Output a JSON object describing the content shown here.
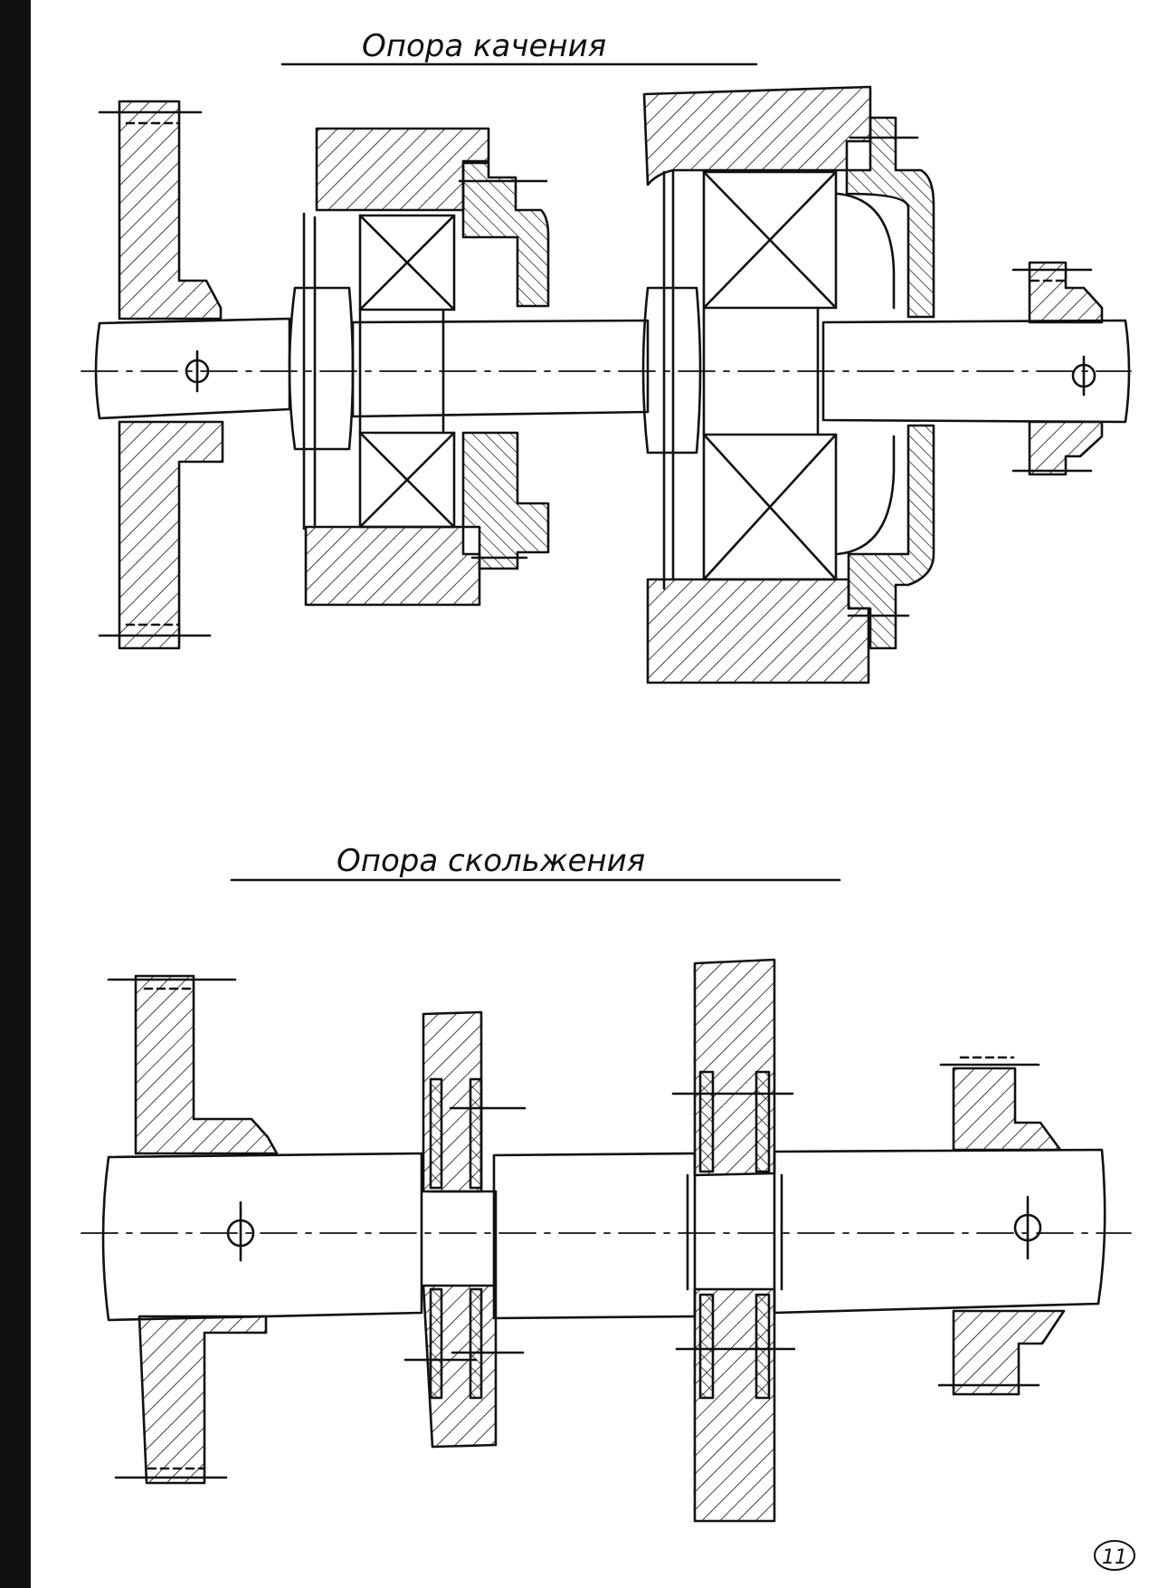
{
  "sheet": {
    "title_top": "Опора качения",
    "title_bottom": "Опора скольжения",
    "page_number": "11"
  },
  "colors": {
    "ink": "#111111",
    "paper": "#ffffff",
    "frame": "#111111"
  }
}
